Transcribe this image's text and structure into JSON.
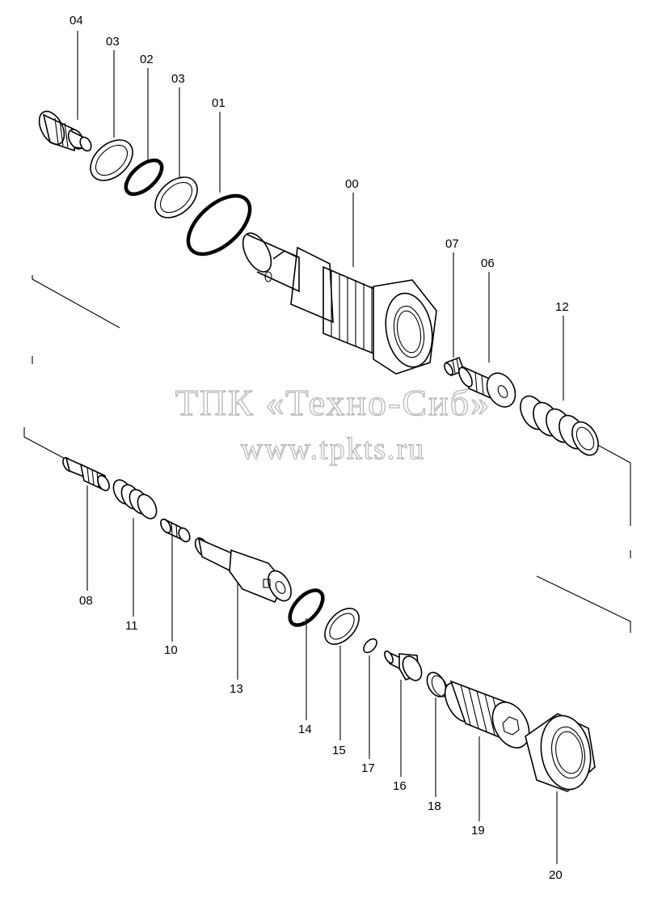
{
  "watermark": {
    "line1": "ТПК «Техно-Сиб»",
    "line2": "www.tpkts.ru"
  },
  "parts": {
    "p00": "00",
    "p01": "01",
    "p02": "02",
    "p03a": "03",
    "p03b": "03",
    "p04": "04",
    "p06": "06",
    "p07": "07",
    "p08": "08",
    "p10": "10",
    "p11": "11",
    "p12": "12",
    "p13": "13",
    "p14": "14",
    "p15": "15",
    "p16": "16",
    "p17": "17",
    "p18": "18",
    "p19": "19",
    "p20": "20"
  }
}
